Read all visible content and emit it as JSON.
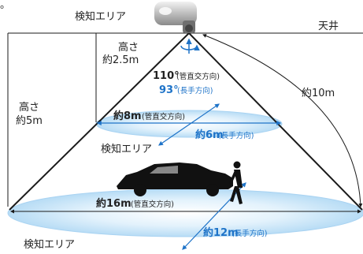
{
  "top_caption": "検知エリア",
  "ceiling_label": "天井",
  "height_labels": {
    "mid": {
      "line1": "高さ",
      "line2": "約2.5m"
    },
    "full": {
      "line1": "高さ",
      "line2": "約5m"
    }
  },
  "slant_label": "約10m",
  "angles": {
    "cross": {
      "value": "110°",
      "note": "(管直交方向)"
    },
    "long": {
      "value": "93°",
      "note": "(長手方向)"
    }
  },
  "mid_zone": {
    "cross_value": "約8m",
    "cross_note": "(管直交方向)",
    "long_value": "約6m",
    "long_note": "(長手方向)",
    "caption": "検知エリア"
  },
  "floor_zone": {
    "cross_value": "約16m",
    "cross_note": "(管直交方向)",
    "long_value": "約12m",
    "long_note": "(長手方向)",
    "caption": "検知エリア"
  },
  "top_fragment": "。",
  "icons": [
    "sensor-light-icon",
    "rotation-arrow-icon",
    "car-icon",
    "walking-person-icon"
  ],
  "colors": {
    "zone_fill": "#d6ecfa",
    "zone_edge": "#a9d3f2",
    "blue_text": "#1e73c8",
    "line": "#1a1a1a"
  }
}
